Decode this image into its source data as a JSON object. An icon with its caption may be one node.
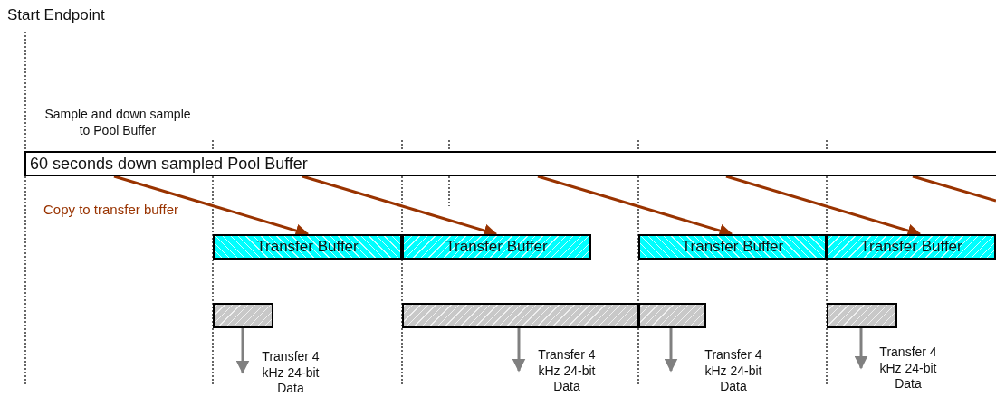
{
  "diagram": {
    "nodes": [
      {
        "text": [
          "60 seconds down sampled Pool Buffer"
        ]
      },
      {
        "text": [
          "Transfer Buffer"
        ]
      },
      {
        "text": [
          "Transfer Buffer"
        ]
      },
      {
        "text": [
          "Transfer Buffer"
        ]
      },
      {
        "text": [
          "Transfer Buffer"
        ]
      },
      {
        "text": [],
        "shape": "bar"
      },
      {
        "text": [],
        "shape": "bar"
      },
      {
        "text": [],
        "shape": "bar"
      },
      {
        "text": [],
        "shape": "bar"
      },
      {
        "text": [
          "Transfer 4 kHz 24-bit Data"
        ]
      },
      {
        "text": [
          "Transfer 4 kHz 24-bit Data"
        ]
      },
      {
        "text": [
          "Transfer 4 kHz 24-bit Data"
        ]
      },
      {
        "text": [
          "Transfer 4 kHz 24-bit Data"
        ]
      }
    ],
    "edges": [
      {
        "from": 0,
        "to": 1,
        "arrow": "to",
        "color": "#993300"
      },
      {
        "from": 0,
        "to": 2,
        "arrow": "to",
        "color": "#993300"
      },
      {
        "from": 0,
        "to": 3,
        "arrow": "to",
        "color": "#993300"
      },
      {
        "from": 0,
        "to": 4,
        "arrow": "to",
        "color": "#993300"
      },
      {
        "from": 0,
        "to": null,
        "arrow": "none",
        "color": "#993300"
      },
      {
        "from": 5,
        "to": 9,
        "arrow": "to",
        "color": "#808080"
      },
      {
        "from": 6,
        "to": 10,
        "arrow": "to",
        "color": "#808080"
      },
      {
        "from": 7,
        "to": 11,
        "arrow": "to",
        "color": "#808080"
      },
      {
        "from": 8,
        "to": 12,
        "arrow": "to",
        "color": "#808080"
      }
    ],
    "labels": [
      "Start Endpoint",
      "Sample and down sample to Pool Buffer",
      "Copy to transfer buffer"
    ]
  }
}
